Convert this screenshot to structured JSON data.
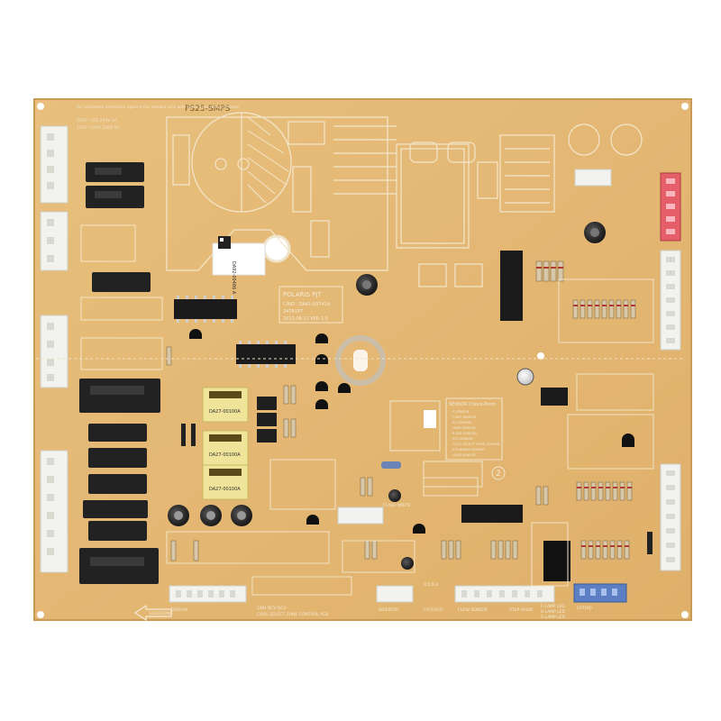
{
  "board": {
    "colors": {
      "pcb": "#e4b872",
      "silkscreen": "#f4ead6",
      "relay": "#222222",
      "connector": "#f2f2ee",
      "ic": "#1b1b1b"
    },
    "header_text": "PS25-SMPS",
    "warning_text": "for continued protection against fire replace only with same type rating of fuses",
    "fuse_text_1": "250V~10A 250V 3A",
    "fuse_text_2": "125V~250V 250V 5A",
    "model_lines": [
      "POLARIS PJT",
      "C/NO : DA41-00741A",
      "24T9197",
      "2013.08.12   VER 1.0"
    ],
    "barcode_label": "DA92-00486 A",
    "sensor_title": "SENSOR Check-Point",
    "sensor_items": [
      "F-SENSOR",
      "F-DEF-SENSOR",
      "R1-SENSOR",
      "HUMI-SENSOR",
      "R-DEF-SENSOR",
      "EXT-SENSOR",
      "COOL SELECT ZONE-SENSOR",
      "ICE MAKER-SENSOR",
      "HUMI-SENSOR"
    ],
    "relay_labels": [
      "DA27-00100A",
      "DA27-00100A",
      "DA27-00100A"
    ],
    "bottom_labels": [
      "DISPLAY",
      "GND DCV DCV",
      "COOL SELECT ZONE CONTROL PCB",
      "FLOW SENSOR",
      "STEP VALVE",
      "R-LAMP LED",
      "S-LAMP LED",
      "F-LAMP LED",
      "INVERTER",
      "CAT(IN)",
      "CAT(OUT)"
    ],
    "arrow_label": "SOLDERING",
    "flash_label": "FLASH WRITE",
    "misc_label": "IC5  IC4",
    "check_label": "2"
  }
}
